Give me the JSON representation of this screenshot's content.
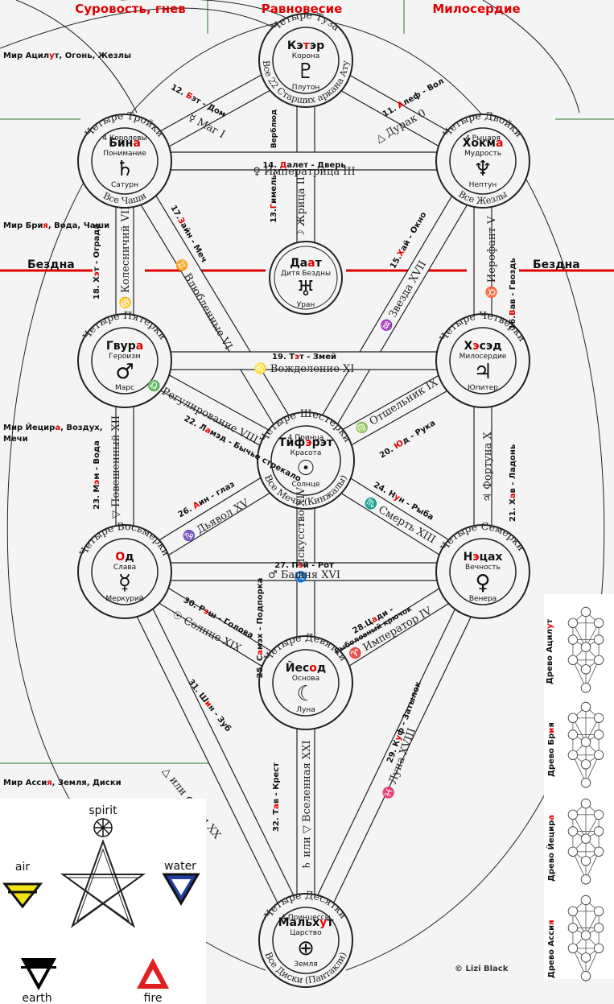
{
  "header": {
    "severity": "Суровость, гнев",
    "balance": "Равновесие",
    "mercy": "Милосердие"
  },
  "worlds": {
    "atziluth": {
      "pre": "Мир Ацил",
      "hl": "у",
      "post": "т, Огонь, Жезлы"
    },
    "briah": {
      "pre": "Мир Бри",
      "hl": "я",
      "post": ", Вода, Чаши"
    },
    "yetzirah_1": {
      "pre": "Мир Йецир",
      "hl": "а",
      "post": ", Воздух,"
    },
    "yetzirah_2": "Мечи",
    "assiah": {
      "pre": "Мир Асси",
      "hl": "я",
      "post": ",  Земля, Диски"
    }
  },
  "abyss": {
    "left": "Бездна",
    "right": "Бездна"
  },
  "sephiroth": [
    {
      "id": "keter",
      "ring": "Четыре Туза",
      "ring2": "Все 22 Старших аркана Ату",
      "parts": [
        "Кэ",
        "т",
        "эр"
      ],
      "hl": 1,
      "quality": "Корона",
      "planet": "Плутон",
      "symbol": "♇",
      "extra": ""
    },
    {
      "id": "chokmah",
      "ring": "Четыре Двойки",
      "ring2": "Все Жезлы",
      "parts": [
        "Хокм",
        "а",
        ""
      ],
      "hl": 1,
      "quality": "Мудрость",
      "planet": "Нептун",
      "symbol": "♆",
      "extra": "4 Рыцаря"
    },
    {
      "id": "binah",
      "ring": "Четыре Тройки",
      "ring2": "Все Чаши",
      "parts": [
        "Бин",
        "а",
        ""
      ],
      "hl": 1,
      "quality": "Понимание",
      "planet": "Сатурн",
      "symbol": "♄",
      "extra": "4 Королевы"
    },
    {
      "id": "daat",
      "ring": "",
      "ring2": "",
      "parts": [
        "Да",
        "а",
        "т"
      ],
      "hl": 1,
      "quality": "Дитя Бездны",
      "planet": "Уран",
      "symbol": "♅",
      "extra": ""
    },
    {
      "id": "chesed",
      "ring": "Четыре Четверки",
      "ring2": "",
      "parts": [
        "Х",
        "э",
        "сэд"
      ],
      "hl": 1,
      "quality": "Милосердие",
      "planet": "Юпитер",
      "symbol": "♃",
      "extra": ""
    },
    {
      "id": "geburah",
      "ring": "Четыре Пятерки",
      "ring2": "",
      "parts": [
        "Гвур",
        "а",
        ""
      ],
      "hl": 1,
      "quality": "Героизм",
      "planet": "Марс",
      "symbol": "♂",
      "extra": ""
    },
    {
      "id": "tiphareth",
      "ring": "Четыре Шестерки",
      "ring2": "Все Мечи (Кинжалы)",
      "parts": [
        "Тиф",
        "э",
        "рэт"
      ],
      "hl": 1,
      "quality": "Красота",
      "planet": "Солнце",
      "symbol": "☉",
      "extra": "4 Принца"
    },
    {
      "id": "netzach",
      "ring": "Четыре Семерки",
      "ring2": "",
      "parts": [
        "Н",
        "э",
        "цах"
      ],
      "hl": 1,
      "quality": "Вечность",
      "planet": "Венера",
      "symbol": "♀",
      "extra": ""
    },
    {
      "id": "hod",
      "ring": "Четыре Восьмерки",
      "ring2": "",
      "parts": [
        "",
        "О",
        "д"
      ],
      "hl": 1,
      "quality": "Слава",
      "planet": "Меркурий",
      "symbol": "☿",
      "extra": ""
    },
    {
      "id": "yesod",
      "ring": "Четыре Девятки",
      "ring2": "",
      "parts": [
        "Йес",
        "о",
        "д"
      ],
      "hl": 1,
      "quality": "Основа",
      "planet": "Луна",
      "symbol": "☾",
      "extra": ""
    },
    {
      "id": "malkuth",
      "ring": "Четыре Десятки",
      "ring2": "Все Диски (Пантакли)",
      "parts": [
        "Мальх",
        "у",
        "т"
      ],
      "hl": 1,
      "quality": "Царство",
      "planet": "Земля",
      "symbol": "⊕",
      "extra": "4 Принцессы"
    }
  ],
  "paths": [
    {
      "id": "p11",
      "pre": "11. ",
      "hl": "А",
      "post": "леф - Вол",
      "arcana": "Дурак 0",
      "sign": "△"
    },
    {
      "id": "p12",
      "pre": "12. ",
      "hl": "Б",
      "post": "эт - Дом",
      "arcana": "Маг I",
      "sign": "☿"
    },
    {
      "id": "p13",
      "pre": "13.",
      "hl": "Г",
      "post": "имель-",
      "arcana": "Жрица II",
      "sign": "☽",
      "extra": "Верблюд"
    },
    {
      "id": "p14",
      "pre": "14. ",
      "hl": "Д",
      "post": "алет - Дверь",
      "arcana": "Императрица III",
      "sign": "♀"
    },
    {
      "id": "p15",
      "pre": "15.",
      "hl": "Х",
      "post": "ай - Окно",
      "arcana": "Звезда XVII",
      "sign": "♒"
    },
    {
      "id": "p16",
      "pre": "16.",
      "hl": "В",
      "post": "ав - Гвоздь",
      "arcana": "Иерофант V",
      "sign": "♉"
    },
    {
      "id": "p17",
      "pre": "17.",
      "hl": "З",
      "post": "айн - Меч",
      "arcana": "Влюбленные VI",
      "sign": "♊"
    },
    {
      "id": "p18",
      "pre": "18. Х",
      "hl": "э",
      "post": "т - Ограда",
      "arcana": "Колесничий VII",
      "sign": "♋"
    },
    {
      "id": "p19",
      "pre": "19. Т",
      "hl": "э",
      "post": "т - Змей",
      "arcana": "Вожделение XI",
      "sign": "♌"
    },
    {
      "id": "p20",
      "pre": "20. ",
      "hl": "Ю",
      "post": "д - Рука",
      "arcana": "Отшельник IX",
      "sign": "♍"
    },
    {
      "id": "p21",
      "pre": "21. Х",
      "hl": "а",
      "post": "в - Ладонь",
      "arcana": "Фортуна X",
      "sign": "♃"
    },
    {
      "id": "p22",
      "pre": "22. Л",
      "hl": "а",
      "post": "мэд - Бычье стрекало",
      "arcana": "Регулирование VIII",
      "sign": "♎"
    },
    {
      "id": "p23",
      "pre": "23. М",
      "hl": "э",
      "post": "м - Вода",
      "arcana": "Повешенный XII",
      "sign": "▽"
    },
    {
      "id": "p24",
      "pre": "24. Н",
      "hl": "у",
      "post": "н - Рыба",
      "arcana": "Смерть XIII",
      "sign": "♏"
    },
    {
      "id": "p25",
      "pre": "25. С",
      "hl": "а",
      "post": "мэх - Подпорка",
      "arcana": "Искусство XIV",
      "sign": "♐"
    },
    {
      "id": "p26",
      "pre": "26. ",
      "hl": "А",
      "post": "ин - глаз",
      "arcana": "Дьявол XV",
      "sign": "♑"
    },
    {
      "id": "p27",
      "pre": "27. П",
      "hl": "э",
      "post": "й - Рот",
      "arcana": "Башня XVI",
      "sign": "♂"
    },
    {
      "id": "p28",
      "pre": "28.Ц",
      "hl": "а",
      "post": "ди -",
      "arcana": "Император IV",
      "sign": "♈",
      "extra": "Рыболовный крючок"
    },
    {
      "id": "p29",
      "pre": "29. К",
      "hl": "у",
      "post": "ф - Затылок",
      "arcana": "Луна XVIII",
      "sign": "♓"
    },
    {
      "id": "p30",
      "pre": "30. Р",
      "hl": "э",
      "post": "ш - Голова",
      "arcana": "Солнце XIX",
      "sign": "☉"
    },
    {
      "id": "p31",
      "pre": "31. Ш",
      "hl": "и",
      "post": "н - Зуб",
      "arcana": "Эон XX",
      "sign": "△ или ⊛"
    },
    {
      "id": "p32",
      "pre": "32. Т",
      "hl": "а",
      "post": "в - Крест",
      "arcana": "Вселенная XXI",
      "sign": "♄ или ▽"
    }
  ],
  "elements": {
    "spirit": "spirit",
    "air": "air",
    "water": "water",
    "earth": "earth",
    "fire": "fire"
  },
  "trees": [
    {
      "pre": "Древо Ацил",
      "hl": "у",
      "post": "т"
    },
    {
      "pre": "Древо Бр",
      "hl": "и",
      "post": "я"
    },
    {
      "pre": "Древо Йецир",
      "hl": "а",
      "post": ""
    },
    {
      "pre": "Древо Асси",
      "hl": "я",
      "post": ""
    }
  ],
  "copyright": "© Lizi Black",
  "colors": {
    "accent": "#e00000",
    "abyss": "#e00000",
    "ink": "#111111",
    "water": "#1f3ea0",
    "air": "#f2e21a",
    "fire": "#e02020",
    "earth": "#000000"
  }
}
